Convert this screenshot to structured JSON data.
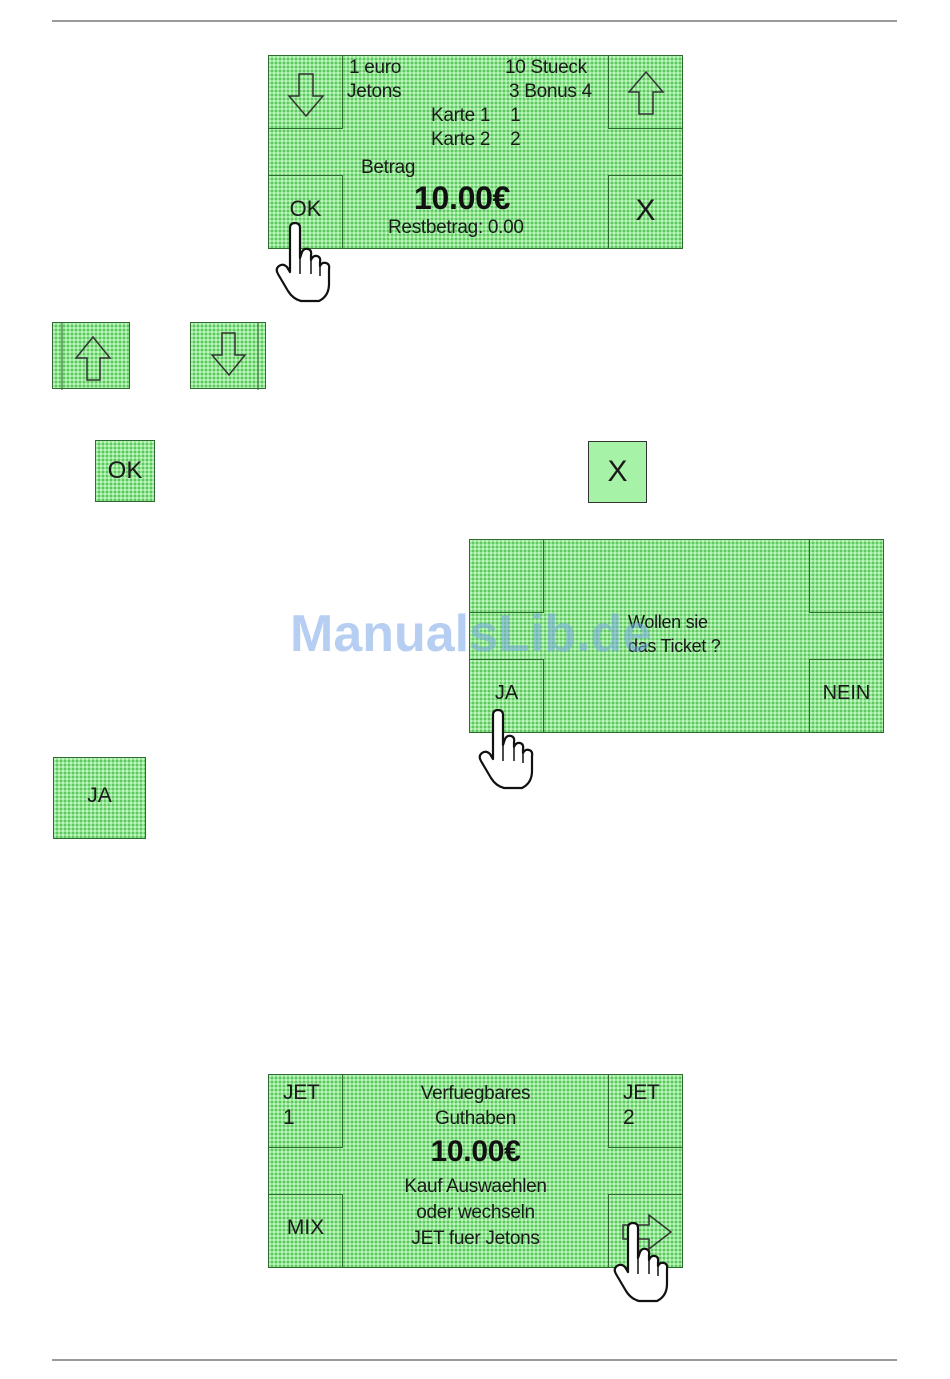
{
  "screen1": {
    "line1_left": "1 euro",
    "line1_right": "10 Stueck",
    "line2_left": "Jetons",
    "line2_right": "3 Bonus 4",
    "card1": "Karte 1    1",
    "card2": "Karte 2    2",
    "amount_label": "Betrag",
    "amount": "10.00€",
    "rest": "Restbetrag: 0.00",
    "ok_label": "OK",
    "cancel_label": "X"
  },
  "legend": {
    "ok_label": "OK",
    "cancel_label": "X",
    "yes_label": "JA"
  },
  "screen2": {
    "question_line1": "Wollen sie",
    "question_line2": "das Ticket ?",
    "yes_label": "JA",
    "no_label": "NEIN"
  },
  "screen3": {
    "jet1_line1": "JET",
    "jet1_line2": "1",
    "jet2_line1": "JET",
    "jet2_line2": "2",
    "mix_label": "MIX",
    "available_line1": "Verfuegbares",
    "available_line2": "Guthaben",
    "amount": "10.00€",
    "info_line1": "Kauf Auswaehlen",
    "info_line2": "oder wechseln",
    "info_line3": "JET fuer Jetons"
  },
  "watermark": "ManualsLib.de",
  "icons": [
    "arrow-down-icon",
    "arrow-up-icon",
    "arrow-right-icon",
    "pointing-hand-icon"
  ]
}
